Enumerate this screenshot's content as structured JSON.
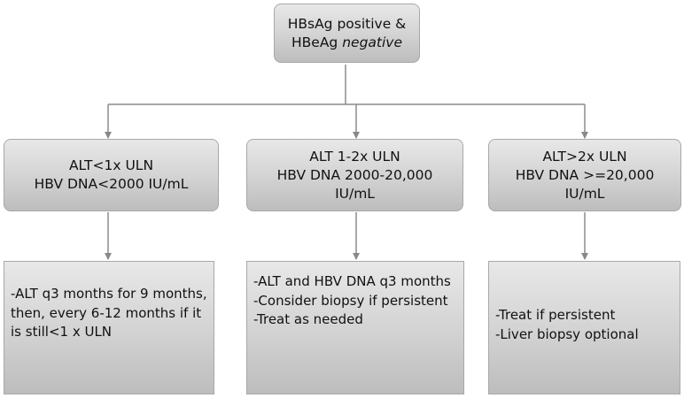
{
  "top": {
    "line1": "HBsAg positive &",
    "line2_prefix": "HBeAg ",
    "line2_em": "negative"
  },
  "branches": [
    {
      "header": [
        "ALT<1x ULN",
        "HBV DNA<2000 IU/mL"
      ],
      "details": [
        "-ALT q3 months for 9 months, then, every 6-12 months if it is still<1 x ULN"
      ]
    },
    {
      "header": [
        "ALT 1-2x ULN",
        "HBV DNA 2000-20,000",
        "IU/mL"
      ],
      "details": [
        "-ALT and HBV DNA q3 months",
        "-Consider biopsy if persistent",
        "-Treat as needed"
      ]
    },
    {
      "header": [
        "ALT>2x ULN",
        "HBV DNA >=20,000",
        "IU/mL"
      ],
      "details": [
        "-Treat if persistent",
        "-Liver biopsy optional"
      ]
    }
  ]
}
